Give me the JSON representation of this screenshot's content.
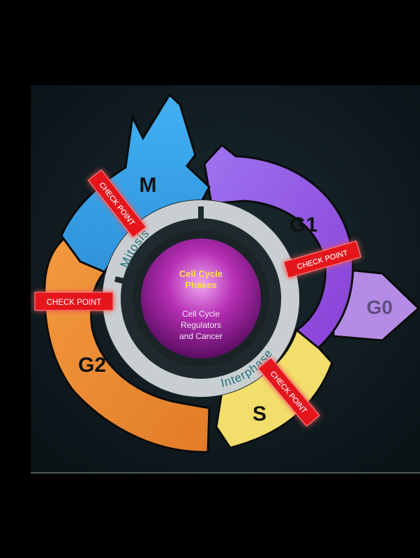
{
  "diagram": {
    "phases": {
      "m": "M",
      "g1": "G1",
      "g0": "G0",
      "g2": "G2",
      "s": "S"
    },
    "ring_labels": {
      "mitosis": "Mitosis",
      "interphase": "Interphase"
    },
    "checkpoints": {
      "label": "CHECK POINT"
    },
    "center": {
      "title_line1": "Cell Cycle",
      "title_line2": "Phases",
      "subtitle_line1": "Cell Cycle",
      "subtitle_line2": "Regulators",
      "subtitle_line3": "and Cancer"
    },
    "colors": {
      "m": "#3aa8ec",
      "g1": "#9a5ce6",
      "g0": "#b48ce6",
      "g2": "#ee8a32",
      "s": "#f2de6a",
      "checkpoint": "#e4141c",
      "center_title": "#f7e24a",
      "ring_text": "#1d6f7a"
    }
  }
}
